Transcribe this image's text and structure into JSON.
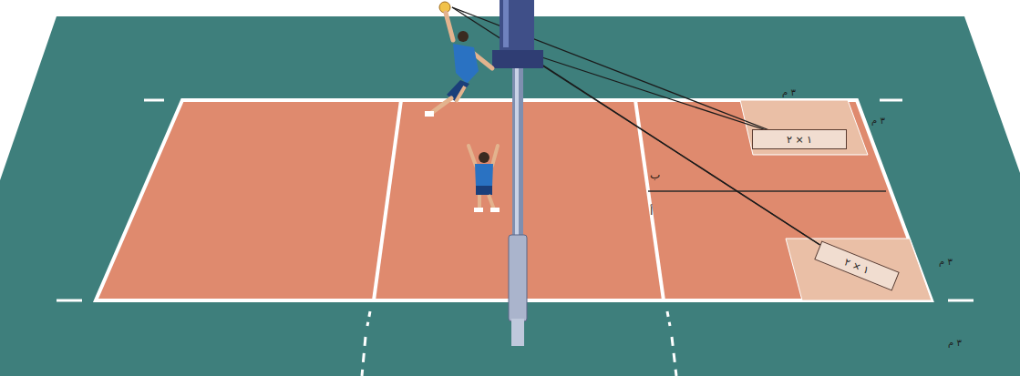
{
  "diagram": {
    "nodes": [
      {
        "text": [
          "١ × ٢"
        ]
      },
      {
        "text": [
          "١ × ٢"
        ]
      }
    ],
    "labels": [
      "٣ م",
      "٣ م",
      "٣ م",
      "٣ م",
      "ب",
      "أ"
    ]
  }
}
